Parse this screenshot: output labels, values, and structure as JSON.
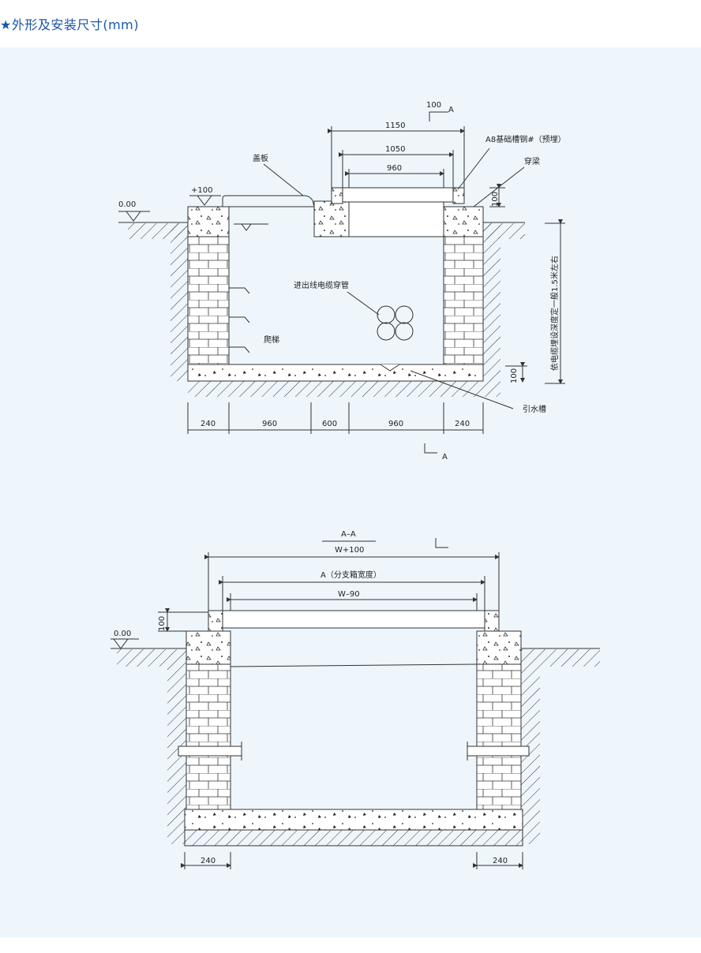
{
  "page": {
    "title": "★外形及安装尺寸(mm)"
  },
  "colors": {
    "title": "#1a56a8",
    "panel": "#eef6fc",
    "line": "#333333"
  },
  "plan": {
    "ground_level": "0.00",
    "top_level": "+100",
    "labels": {
      "cover": "盖板",
      "channel_steel": "A8基础槽钢#（预埋）",
      "beam": "穿梁",
      "cable_duct": "进出线电缆穿管",
      "ladder": "爬梯",
      "drain": "引水槽",
      "depth_note": "依电缆埋设深度定一般1.5米左右",
      "section_top": "A",
      "section_bottom": "A"
    },
    "dims": {
      "top_100": "100",
      "d1150": "1150",
      "d1050": "1050",
      "d960": "960",
      "side_100_top": "100",
      "side_100_bottom": "100",
      "bottom": [
        "240",
        "960",
        "600",
        "960",
        "240"
      ]
    }
  },
  "section": {
    "title_top": "A–A",
    "title_bottom": "W+100",
    "width_label": "A（分支箱宽度）",
    "inner_label": "W–90",
    "ground_level": "0.00",
    "side_100": "100",
    "bottom_left": "240",
    "bottom_right": "240"
  }
}
